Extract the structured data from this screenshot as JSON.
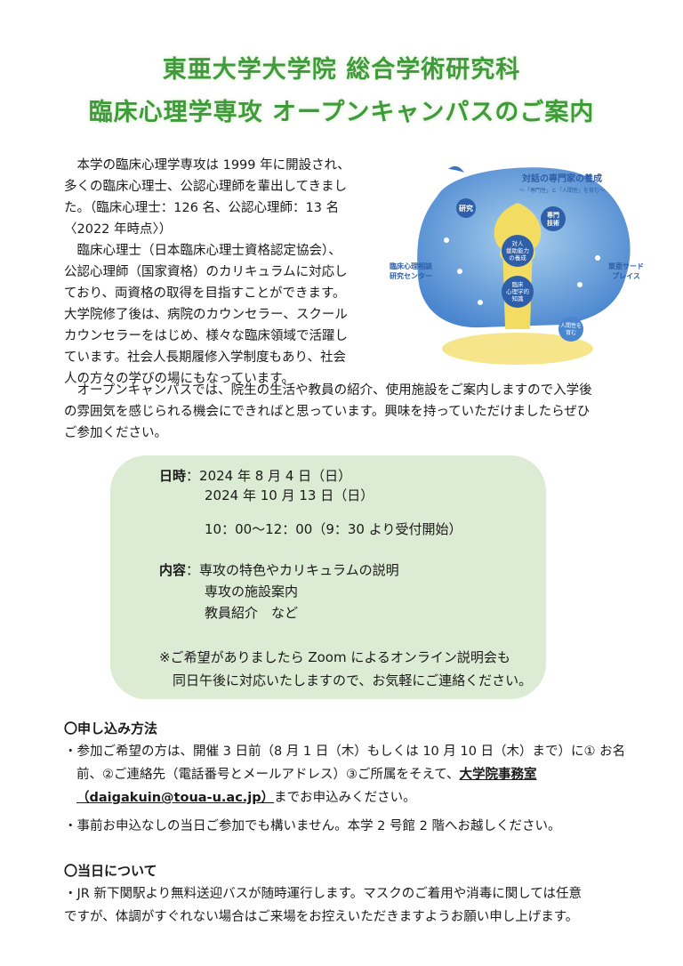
{
  "title": {
    "line1": "東亜大学大学院 総合学術研究科",
    "line2": "臨床心理学専攻 オープンキャンパスのご案内"
  },
  "intro": {
    "p1_lines": [
      "本学の臨床心理学専攻は 1999 年に開設され、",
      "多くの臨床心理士、公認心理師を輩出してきまし",
      "た。（臨床心理士：126 名、公認心理師：13 名",
      "〈2022 年時点〉）"
    ],
    "p2_lines": [
      "臨床心理士（日本臨床心理士資格認定協会）、",
      "公認心理師（国家資格）のカリキュラムに対応し",
      "ており、両資格の取得を目指すことができます。",
      "大学院修了後は、病院のカウンセラー、スクール",
      "カウンセラーをはじめ、様々な臨床領域で活躍し",
      "ています。社会人長期履修入学制度もあり、社会",
      "人の方々の学びの場にもなっています。"
    ],
    "p3_lines": [
      "オープンキャンパスでは、院生の生活や教員の紹介、使用施設をご案内しますので入学後",
      "の雰囲気を感じられる機会にできればと思っています。興味を持っていただけましたらぜひ",
      "ご参加ください。"
    ]
  },
  "illustration": {
    "title": "対話の専門家の養成",
    "subtitle": "〜「専門性」と「人間性」を育む〜",
    "left_label_1": "臨床心理相談",
    "left_label_2": "研究センター",
    "right_label_1": "東亜サード",
    "right_label_2": "プレイス",
    "research": "研究",
    "skill_1": "専門",
    "skill_2": "技術",
    "trunk_1a": "対人",
    "trunk_1b": "援助能力",
    "trunk_1c": "の養成",
    "trunk_2a": "臨床",
    "trunk_2b": "心理学的",
    "trunk_2c": "知識",
    "root_1": "人間性を",
    "root_2": "育む"
  },
  "info": {
    "date_label": "日時",
    "date_1": "2024 年 8 月 4 日（日）",
    "date_2": "2024 年 10 月 13 日（日）",
    "time": "10：00〜12：00（9：30 より受付開始）",
    "content_label": "内容",
    "content_1": "専攻の特色やカリキュラムの説明",
    "content_2": "専攻の施設案内",
    "content_3": "教員紹介　など",
    "note_1": "※ご希望がありましたら Zoom によるオンライン説明会も",
    "note_2": "同日午後に対応いたしますので、お気軽にご連絡ください。"
  },
  "apply": {
    "heading": "〇申し込み方法",
    "b1_part1": "・参加ご希望の方は、開催 3 日前（8 月 1 日（木）もしくは 10 月 10 日（木）まで）に① お名前、②ご連絡先（電話番号とメールアドレス）③ご所属をそえて、",
    "b1_office": "大学院事務室",
    "b1_email": "（daigakuin@toua-u.ac.jp）",
    "b1_part2": "までお申込みください。",
    "b2": "・事前お申込なしの当日ご参加でも構いません。本学 2 号館 2 階へお越しください。"
  },
  "dayof": {
    "heading": "〇当日について",
    "line1": "・JR 新下関駅より無料送迎バスが随時運行します。マスクのご着用や消毒に関しては任意",
    "line2": "ですが、体調がすぐれない場合はご来場をお控えいただきますようお願い申し上げます。"
  },
  "colors": {
    "title_green": "#3f9b3a",
    "box_green": "#dcebd3",
    "tree_blue": "#4a86cf",
    "tree_yellow": "#f2dd62"
  }
}
